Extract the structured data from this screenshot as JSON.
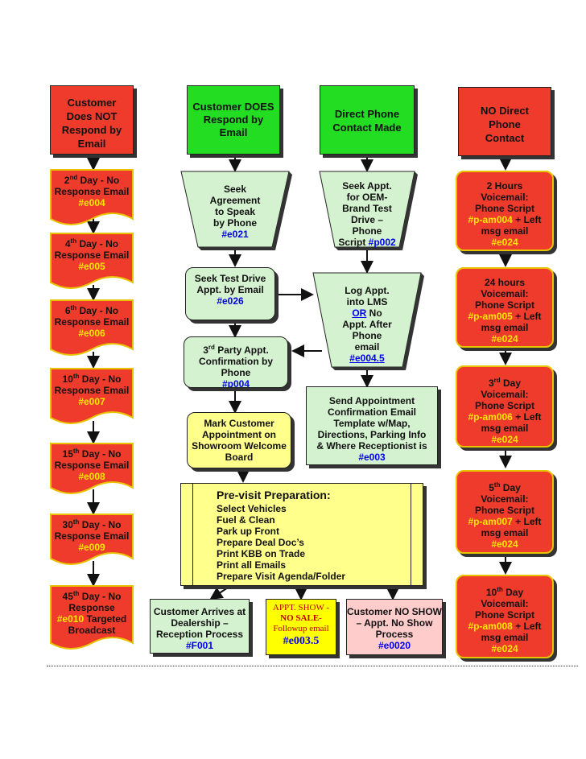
{
  "top": {
    "no_respond": {
      "l1": "Customer",
      "l2": "Does NOT",
      "l3": "Respond by",
      "l4": "Email"
    },
    "does_respond": {
      "l1": "Customer DOES",
      "l2": "Respond by",
      "l3": "Email"
    },
    "direct": {
      "l1": "Direct Phone",
      "l2": "Contact Made"
    },
    "no_direct": {
      "l1": "NO Direct",
      "l2": "Phone",
      "l3": "Contact"
    }
  },
  "left_column": [
    {
      "day": "2",
      "sup": "nd",
      "rest": " Day - No",
      "line2": "Response Email",
      "code": "#e004"
    },
    {
      "day": "4",
      "sup": "th",
      "rest": " Day - No",
      "line2": "Response Email",
      "code": "#e005"
    },
    {
      "day": "6",
      "sup": "th",
      "rest": " Day - No",
      "line2": "Response Email",
      "code": "#e006"
    },
    {
      "day": "10",
      "sup": "th",
      "rest": " Day - No",
      "line2": "Response Email",
      "code": "#e007"
    },
    {
      "day": "15",
      "sup": "th",
      "rest": " Day - No",
      "line2": "Response Email",
      "code": "#e008"
    },
    {
      "day": "30",
      "sup": "th",
      "rest": " Day - No",
      "line2": "Response Email",
      "code": "#e009"
    }
  ],
  "left_last": {
    "day": "45",
    "sup": "th",
    "rest": " Day - No",
    "line2": "Response",
    "code": "#e010",
    "after_code": " Targeted",
    "line4": "Broadcast"
  },
  "seek_agreement": {
    "l1": "Seek",
    "l2": "Agreement",
    "l3": "to Speak",
    "l4": "by Phone",
    "code": "#e021"
  },
  "seek_appt": {
    "l1": "Seek Appt.",
    "l2": "for OEM-",
    "l3": "Brand Test",
    "l4": "Drive –",
    "l5": "Phone",
    "l6": "Script ",
    "code": "#p002"
  },
  "seek_test_drive": {
    "l1": "Seek Test Drive",
    "l2": "Appt. by Email",
    "code": "#e026"
  },
  "log_appt": {
    "l1": "Log Appt.",
    "l2": "into LMS",
    "or": "OR",
    "no": " No",
    "l4": "Appt. After",
    "l5": "Phone",
    "l6": "email",
    "code": "#e004.5"
  },
  "third_party": {
    "pre": "3",
    "sup": "rd",
    "l1": " Party Appt.",
    "l2": "Confirmation by",
    "l3": "Phone",
    "code": "#p004"
  },
  "send_appt": {
    "l1": "Send Appointment",
    "l2": "Confirmation Email",
    "l3": "Template w/Map,",
    "l4": "Directions, Parking Info",
    "l5": "& Where Receptionist is",
    "code": "#e003"
  },
  "mark_customer": {
    "l1": "Mark Customer",
    "l2": "Appointment on",
    "l3": "Showroom Welcome",
    "l4": "Board"
  },
  "previsit": {
    "title": "Pre-visit Preparation:",
    "items": [
      "Select Vehicles",
      "Fuel & Clean",
      "Park up Front",
      "Prepare Deal Doc’s",
      "Print KBB on Trade",
      "Print all Emails",
      "Prepare Visit Agenda/Folder"
    ]
  },
  "arrives": {
    "l1": "Customer Arrives at",
    "l2": "Dealership –",
    "l3": "Reception Process",
    "code": "#F001"
  },
  "show_no_sale": {
    "l1": "APPT. SHOW -",
    "l2": "NO SALE-",
    "l3": "Followup email",
    "code": "#e003.5"
  },
  "no_show": {
    "l1": "Customer NO SHOW",
    "l2": "– Appt. No Show",
    "l3": "Process",
    "code": "#e0020"
  },
  "right_column": [
    {
      "l1": "2 Hours",
      "l2": "Voicemail:",
      "l3": "Phone Script",
      "code": "#p-am004",
      "after": " + Left",
      "l5": "msg email",
      "code2": "#e024"
    },
    {
      "l1": "24 hours",
      "l2": "Voicemail:",
      "l3": "Phone Script",
      "code": "#p-am005",
      "after": " + Left",
      "l5": "msg email",
      "code2": "#e024"
    },
    {
      "l1pre": "3",
      "sup": "rd",
      "l1": " Day",
      "l2": "Voicemail:",
      "l3": "Phone Script",
      "code": "#p-am006",
      "after": " + Left",
      "l5": "msg email",
      "code2": "#e024"
    },
    {
      "l1pre": "5",
      "sup": "th",
      "l1": " Day",
      "l2": "Voicemail:",
      "l3": "Phone Script",
      "code": "#p-am007",
      "after": " + Left",
      "l5": "msg email",
      "code2": "#e024"
    },
    {
      "l1pre": "10",
      "sup": "th",
      "l1": " Day",
      "l2": "Voicemail:",
      "l3": "Phone Script",
      "code": "#p-am008",
      "after": " + Left",
      "l5": "msg email",
      "code2": "#e024"
    }
  ]
}
